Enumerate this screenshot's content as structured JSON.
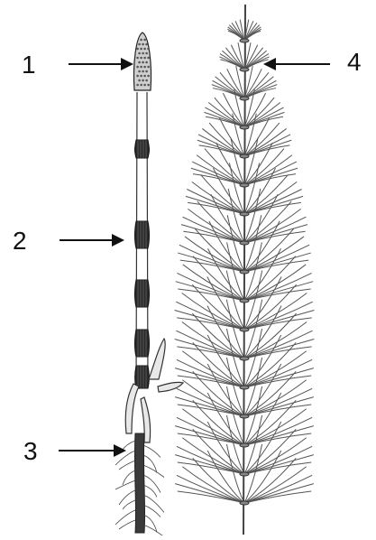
{
  "labels": [
    {
      "id": "1",
      "text": "1"
    },
    {
      "id": "2",
      "text": "2"
    },
    {
      "id": "3",
      "text": "3"
    },
    {
      "id": "4",
      "text": "4"
    }
  ],
  "colors": {
    "ink": "#111111",
    "fertile_shoot": "#d8d8d8",
    "node_band": "#2a2a2a",
    "branch": "#555555",
    "background": "#ffffff"
  }
}
